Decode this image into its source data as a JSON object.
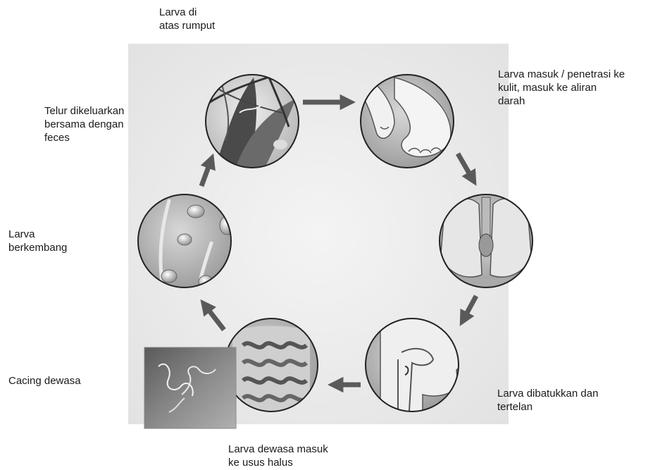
{
  "labels": {
    "larva_on_grass": "Larva di\natas rumput",
    "larva_skin_penetration": "Larva masuk / penetrasi ke\nkulit, masuk ke aliran\ndarah",
    "eggs_with_feces": "Telur dikeluarkan\nbersama dengan\nfeces",
    "larva_develops": "Larva\nberkembang",
    "larva_coughed_swallowed": "Larva dibatukkan dan\ntertelan",
    "adult_worm": "Cacing dewasa",
    "larva_to_intestine": "Larva dewasa masuk\nke usus halus"
  },
  "icons": [
    "grass-larva-illustration",
    "hand-foot-illustration",
    "lungs-illustration",
    "throat-illustration",
    "intestine-illustration",
    "eggs-larvae-illustration",
    "adult-worm-illustration"
  ]
}
